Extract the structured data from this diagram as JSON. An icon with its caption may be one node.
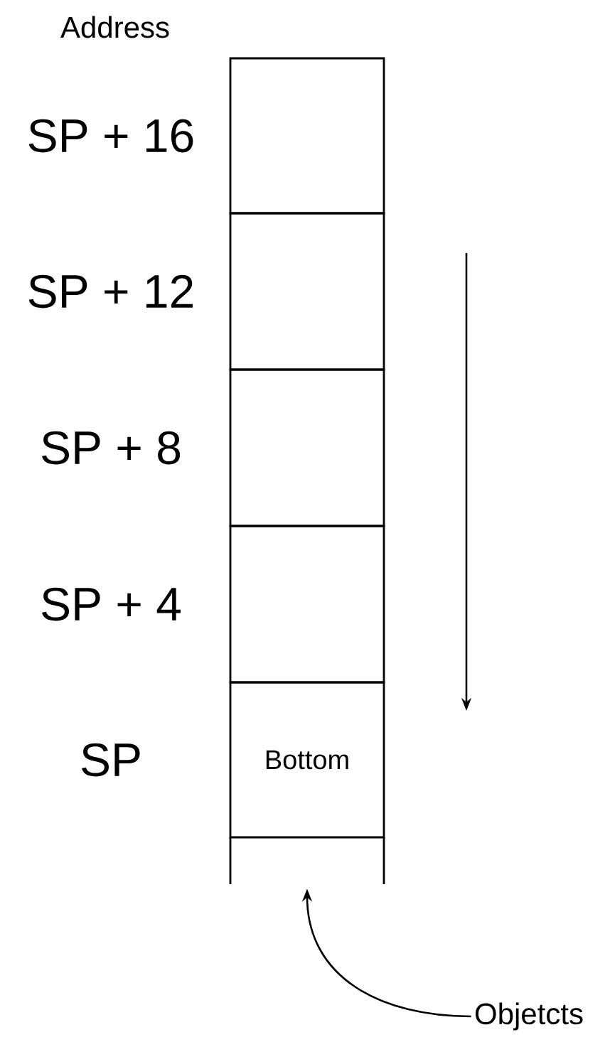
{
  "diagram": {
    "nodes": [
      {
        "text": [],
        "shape": "box",
        "beside": [
          "SP + 16"
        ]
      },
      {
        "text": [],
        "shape": "box",
        "beside": [
          "SP + 12"
        ]
      },
      {
        "text": [],
        "shape": "box",
        "beside": [
          "SP + 8"
        ]
      },
      {
        "text": [],
        "shape": "box",
        "beside": [
          "SP + 4"
        ]
      },
      {
        "text": [
          "Bottom"
        ],
        "beside": [
          "SP"
        ]
      },
      {
        "text": [],
        "shape": "box"
      },
      {
        "text": [
          "Objetcts"
        ]
      }
    ],
    "edges": [
      {
        "from": 6,
        "to": 5,
        "arrow": "to"
      }
    ],
    "labels": [
      "Address"
    ]
  }
}
